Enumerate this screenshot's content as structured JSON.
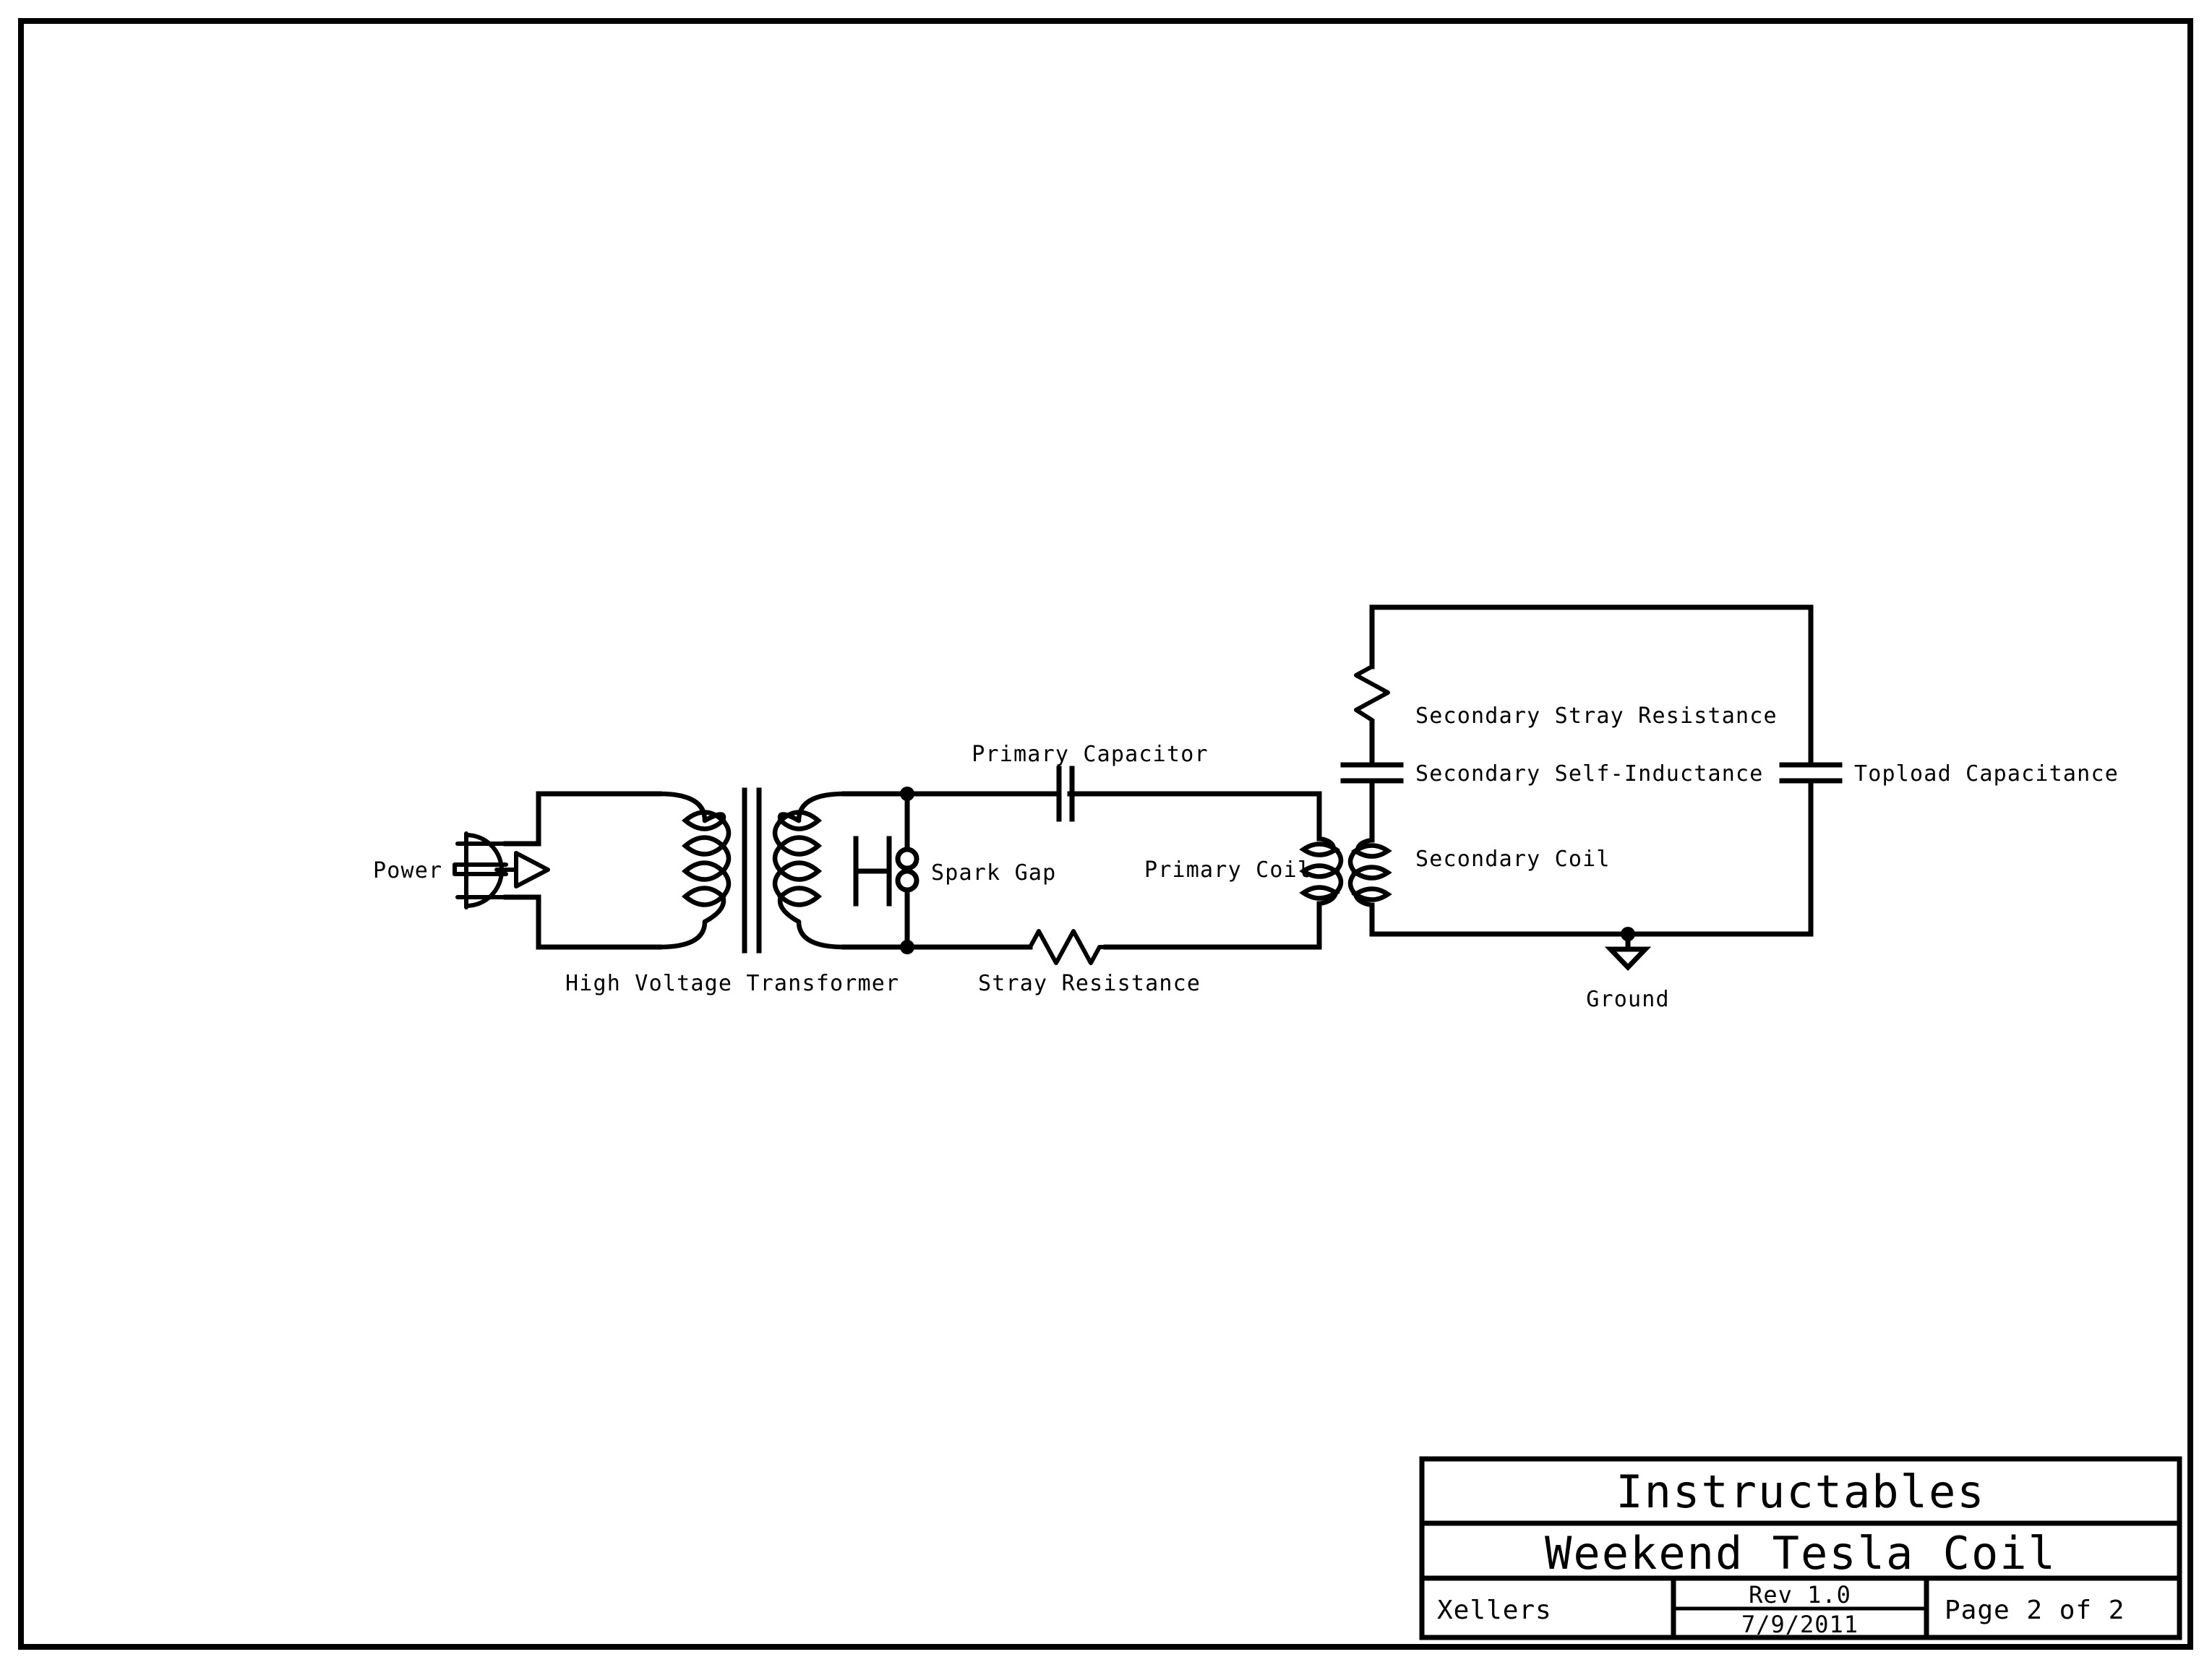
{
  "document": {
    "sheet_background": "#ffffff",
    "ink_color": "#000000",
    "kind": "electrical-schematic"
  },
  "labels": {
    "power": "Power",
    "high_voltage_transformer": "High Voltage Transformer",
    "spark_gap": "Spark Gap",
    "primary_capacitor": "Primary Capacitor",
    "primary_coil": "Primary Coil",
    "stray_resistance": "Stray Resistance",
    "secondary_stray_resistance": "Secondary Stray Resistance",
    "secondary_self_inductance": "Secondary Self-Inductance",
    "secondary_coil": "Secondary Coil",
    "topload_capacitance": "Topload Capacitance",
    "ground": "Ground"
  },
  "components": [
    {
      "name": "power-plug",
      "label": "Power",
      "type": "source"
    },
    {
      "name": "high-voltage-transformer",
      "label": "High Voltage Transformer",
      "type": "transformer",
      "primary_turns": 4,
      "secondary_turns": 4
    },
    {
      "name": "safety-gap",
      "label": "",
      "type": "gap"
    },
    {
      "name": "spark-gap",
      "label": "Spark Gap",
      "type": "spark-gap"
    },
    {
      "name": "primary-capacitor",
      "label": "Primary Capacitor",
      "type": "capacitor"
    },
    {
      "name": "primary-coil",
      "label": "Primary Coil",
      "type": "inductor",
      "turns": 3
    },
    {
      "name": "stray-resistance",
      "label": "Stray Resistance",
      "type": "resistor"
    },
    {
      "name": "secondary-stray-resistance",
      "label": "Secondary Stray Resistance",
      "type": "resistor"
    },
    {
      "name": "secondary-self-inductance",
      "label": "Secondary Self-Inductance",
      "type": "capacitor"
    },
    {
      "name": "secondary-coil",
      "label": "Secondary Coil",
      "type": "inductor",
      "turns": 3
    },
    {
      "name": "topload-capacitance",
      "label": "Topload Capacitance",
      "type": "capacitor"
    },
    {
      "name": "ground",
      "label": "Ground",
      "type": "ground"
    }
  ],
  "title_block": {
    "organization": "Instructables",
    "project_title": "Weekend Tesla Coil",
    "author": "Xellers",
    "revision": "Rev 1.0",
    "date": "7/9/2011",
    "page": "Page 2 of 2"
  }
}
